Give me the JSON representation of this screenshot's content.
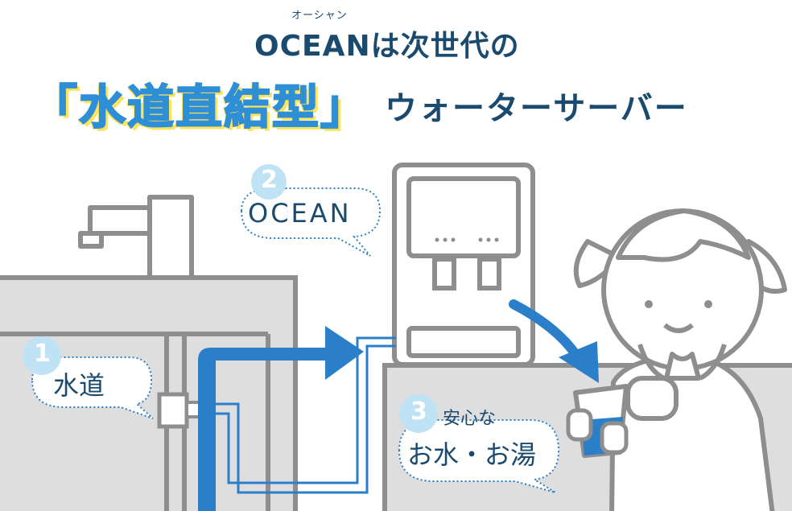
{
  "header": {
    "ruby": "オーシャン",
    "title_line1": "OCEANは次世代の",
    "title_highlight": "「水道直結型」",
    "title_rest": "ウォーターサーバー"
  },
  "steps": [
    {
      "number": "1",
      "label": "水道"
    },
    {
      "number": "2",
      "label": "OCEAN"
    },
    {
      "number": "3",
      "label_top": "安心な",
      "label": "お水・お湯"
    }
  ],
  "icons": [
    "faucet-icon",
    "water-server-icon",
    "girl-with-cup-icon",
    "flow-arrow-icon"
  ],
  "colors": {
    "accent_blue": "#2a7fc8",
    "dark_text": "#1a4a6e",
    "light_blue": "#bfe3f5",
    "highlight_yellow": "#ffe45a",
    "outline_gray": "#8e8e8e",
    "fill_gray": "#dedede"
  }
}
